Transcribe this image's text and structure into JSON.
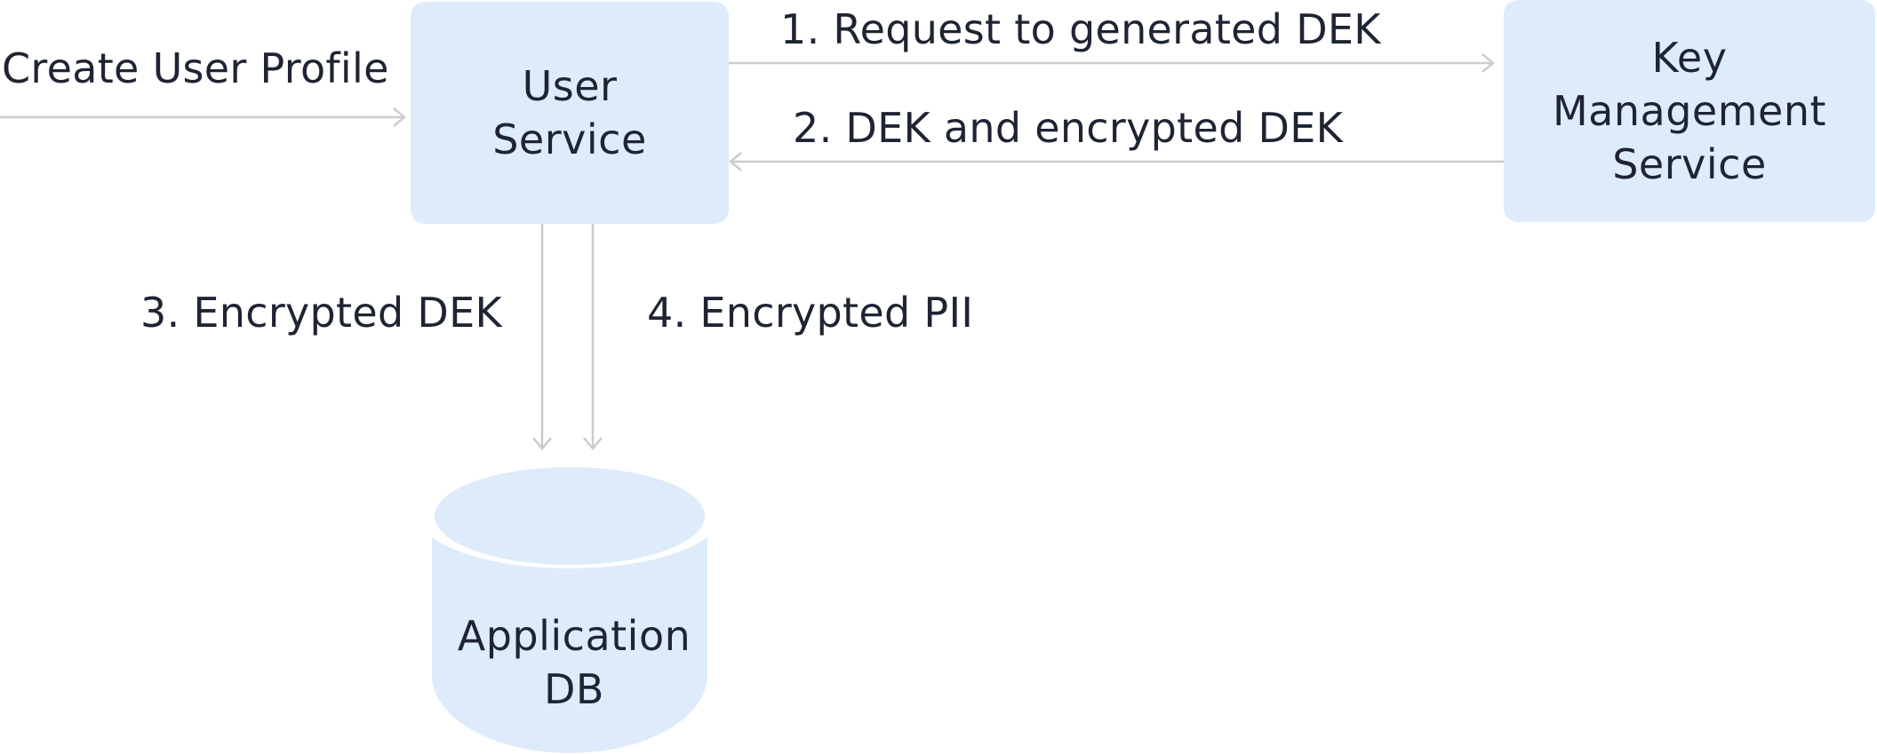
{
  "nodes": {
    "user_service": {
      "line1": "User",
      "line2": "Service"
    },
    "kms": {
      "line1": "Key",
      "line2": "Management",
      "line3": "Service"
    },
    "app_db": {
      "line1": "Application",
      "line2": "DB"
    }
  },
  "edges": {
    "create_profile": "Create User Profile",
    "step1": "1. Request to generated DEK",
    "step2": "2. DEK and encrypted DEK",
    "step3": "3. Encrypted DEK",
    "step4": "4. Encrypted PII"
  },
  "colors": {
    "node_fill": "#ddebfb",
    "arrow": "#cccccc",
    "text": "#1f2433"
  }
}
